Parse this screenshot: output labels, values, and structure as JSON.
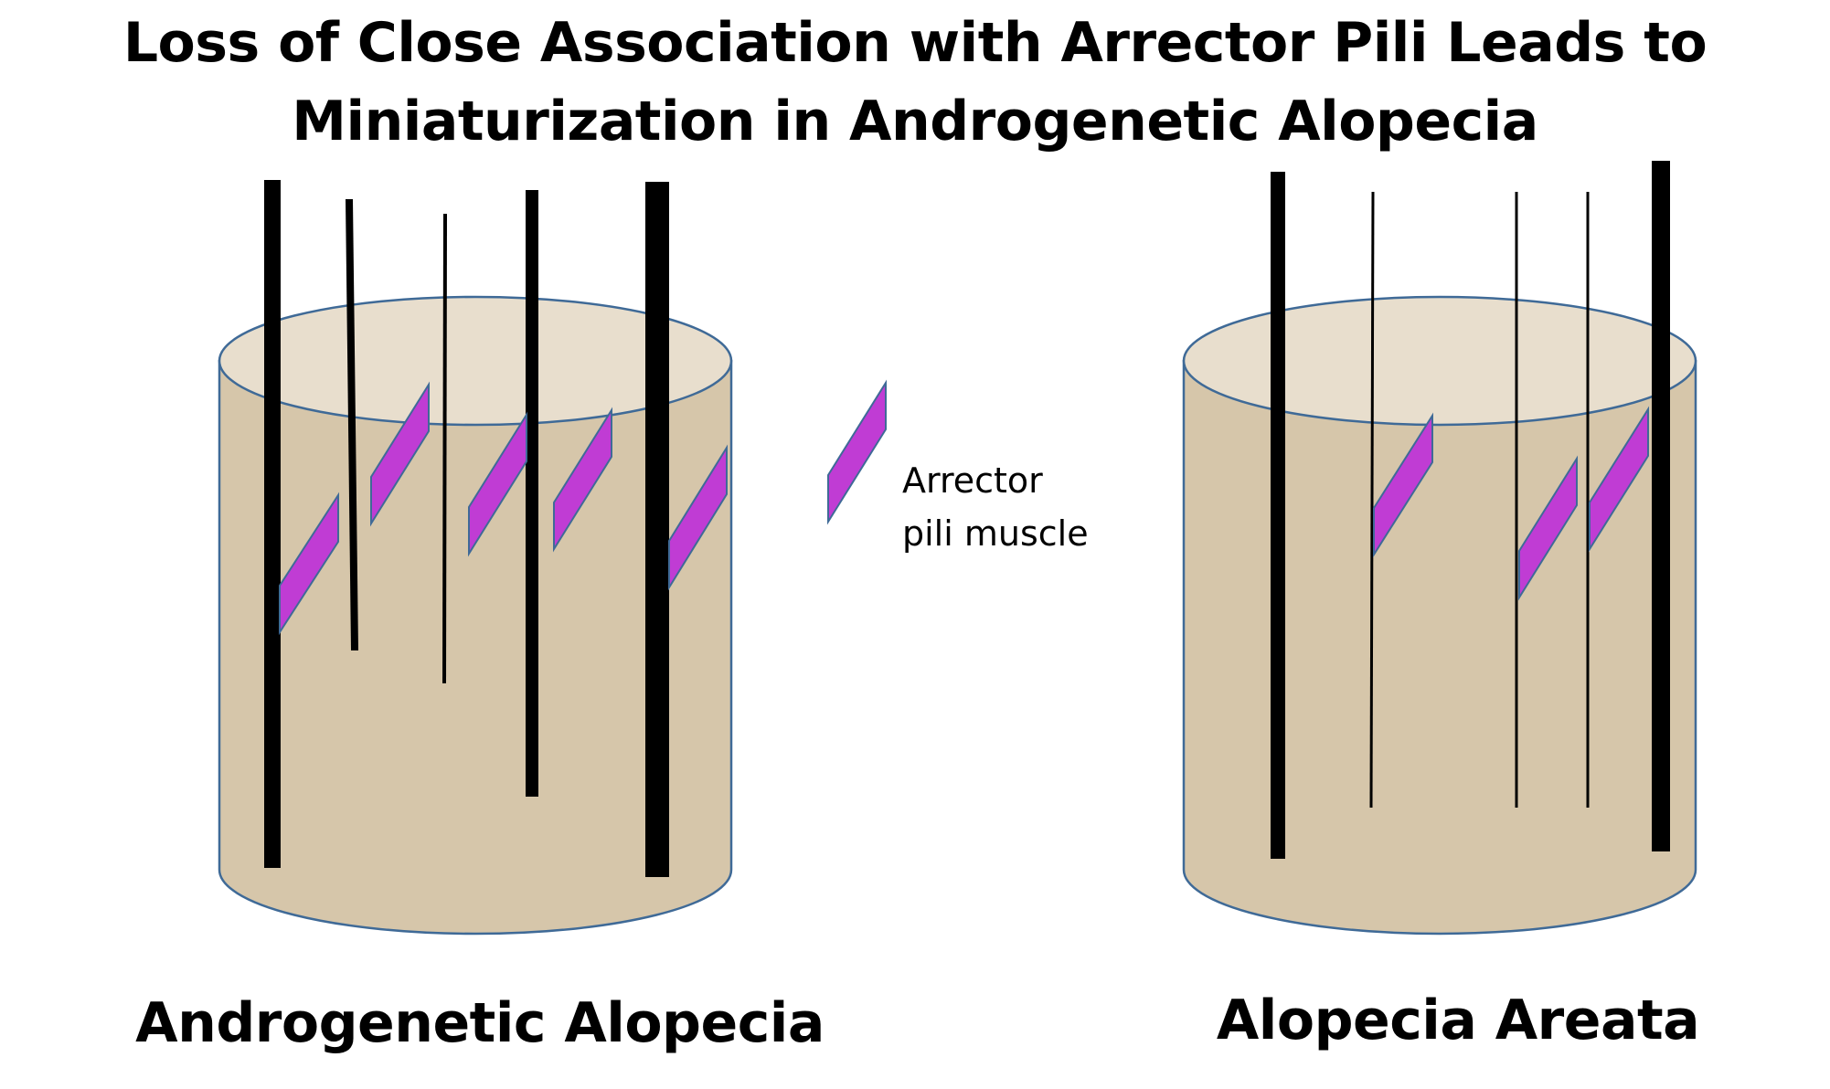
{
  "title": {
    "line1": "Loss of Close Association with Arrector Pili Leads to",
    "line2": "Miniaturization in Androgenetic Alopecia"
  },
  "legend": {
    "line1": "Arrector",
    "line2": "pili muscle"
  },
  "panels": {
    "left_caption": "Androgenetic Alopecia",
    "right_caption": "Alopecia Areata"
  },
  "colors": {
    "skin": "#D6C6AA",
    "skin_top": "#E8DECD",
    "outline": "#3F6A97",
    "hair": "#000000",
    "muscle_fill": "#C03CD4",
    "muscle_edge": "#3F6A97"
  }
}
